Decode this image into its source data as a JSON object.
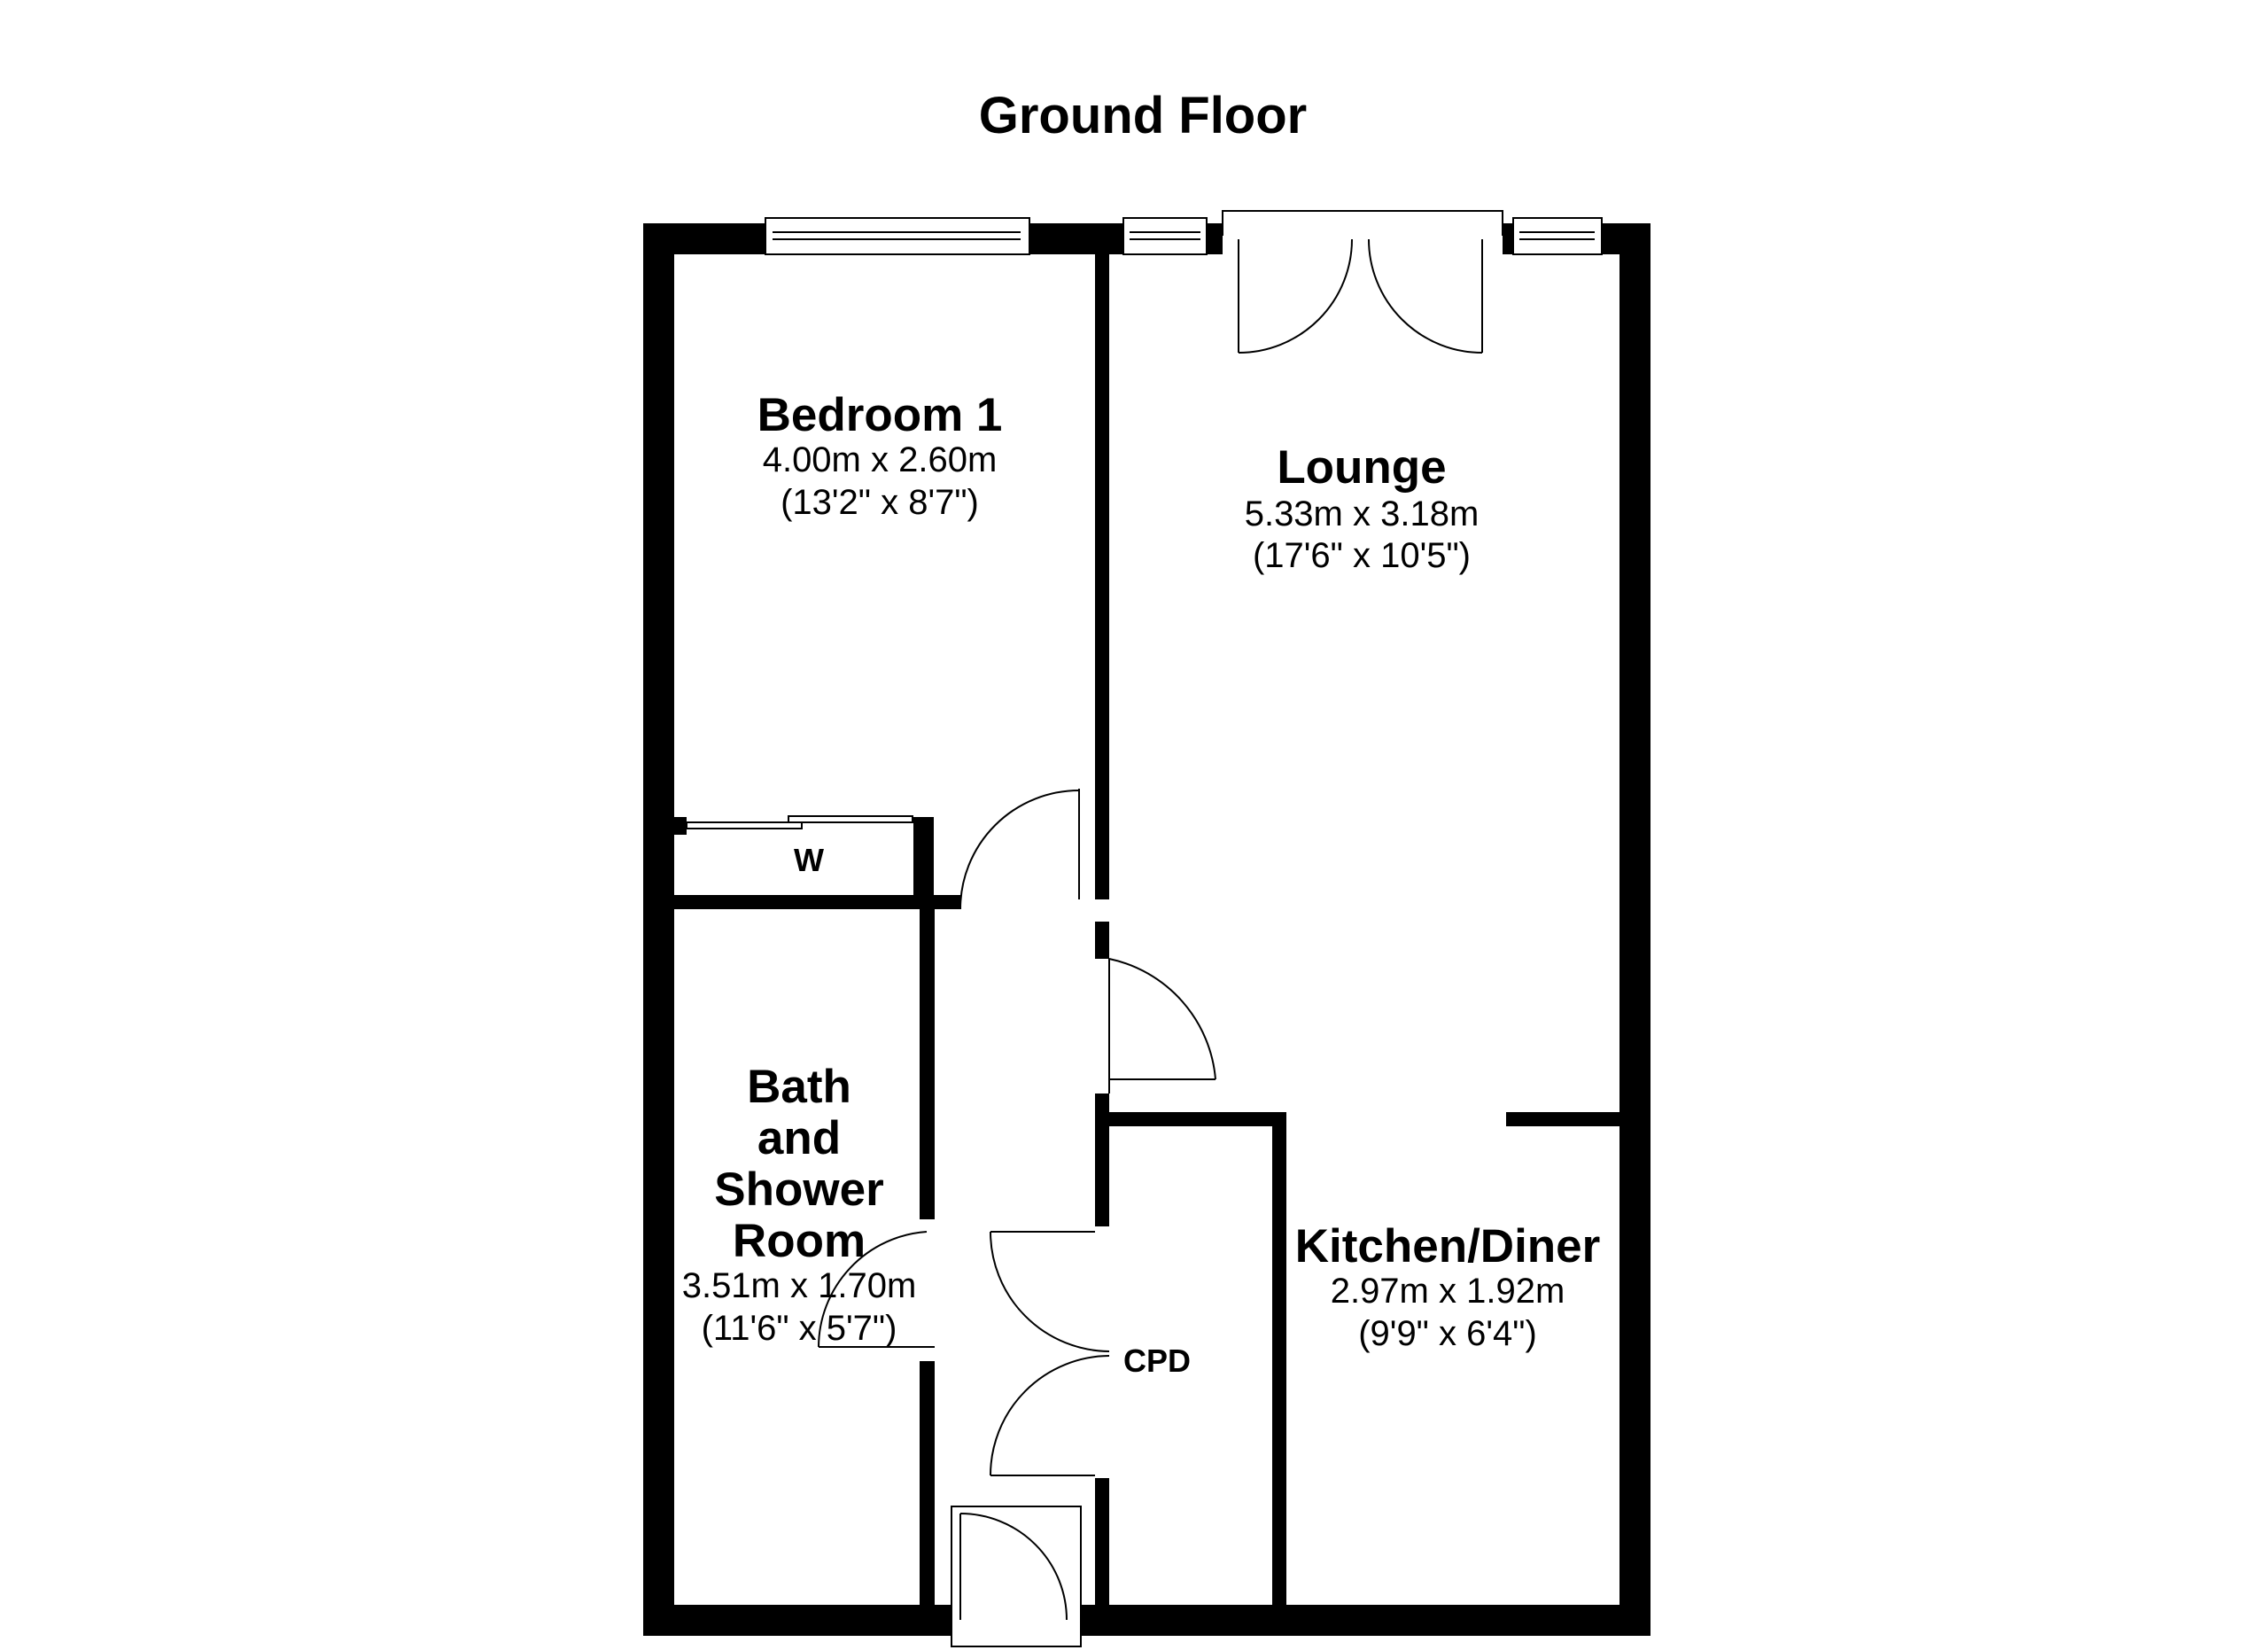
{
  "title": "Ground Floor",
  "rooms": {
    "bedroom": {
      "name": "Bedroom 1",
      "metric": "4.00m x 2.60m",
      "imperial": "(13'2\" x 8'7\")"
    },
    "lounge": {
      "name": "Lounge",
      "metric": "5.33m x 3.18m",
      "imperial": "(17'6\" x 10'5\")"
    },
    "bath": {
      "name_lines": [
        "Bath",
        "and",
        "Shower",
        "Room"
      ],
      "metric": "3.51m x 1.70m",
      "imperial": "(11'6\" x 5'7\")"
    },
    "kitchen": {
      "name": "Kitchen/Diner",
      "metric": "2.97m x 1.92m",
      "imperial": "(9'9\" x 6'4\")"
    }
  },
  "labels": {
    "wardrobe": "W",
    "cupboard": "CPD"
  },
  "colors": {
    "wall": "#000000",
    "background": "#ffffff"
  }
}
